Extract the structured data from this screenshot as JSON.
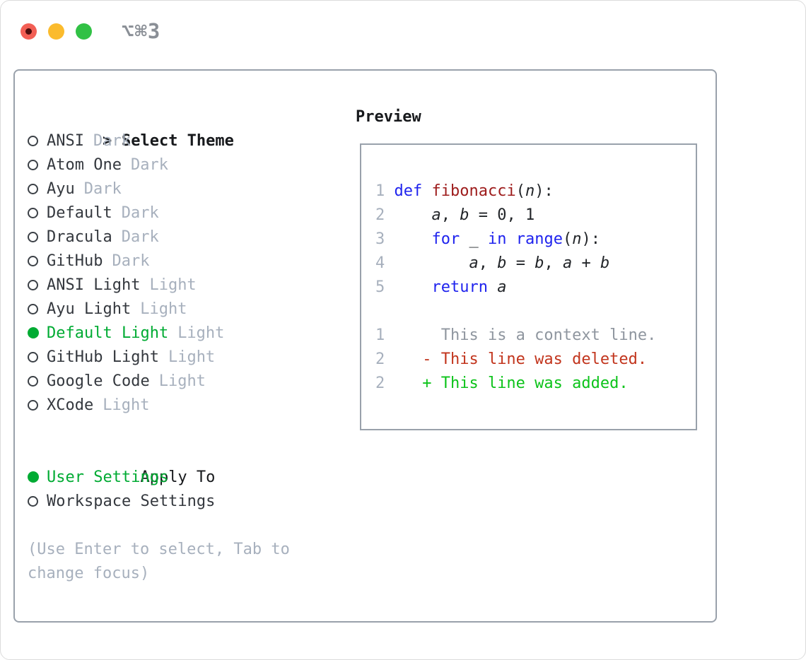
{
  "titlebar": {
    "shortcut": "⌥⌘3"
  },
  "theme_picker": {
    "title": "Select Theme",
    "prompt_marker": ">",
    "items": [
      {
        "name": "ANSI",
        "variant": "Dark",
        "selected": false
      },
      {
        "name": "Atom One",
        "variant": "Dark",
        "selected": false
      },
      {
        "name": "Ayu",
        "variant": "Dark",
        "selected": false
      },
      {
        "name": "Default",
        "variant": "Dark",
        "selected": false
      },
      {
        "name": "Dracula",
        "variant": "Dark",
        "selected": false
      },
      {
        "name": "GitHub",
        "variant": "Dark",
        "selected": false
      },
      {
        "name": "ANSI Light",
        "variant": "Light",
        "selected": false
      },
      {
        "name": "Ayu Light",
        "variant": "Light",
        "selected": false
      },
      {
        "name": "Default Light",
        "variant": "Light",
        "selected": true
      },
      {
        "name": "GitHub Light",
        "variant": "Light",
        "selected": false
      },
      {
        "name": "Google Code",
        "variant": "Light",
        "selected": false
      },
      {
        "name": "XCode",
        "variant": "Light",
        "selected": false
      }
    ]
  },
  "apply_to": {
    "title": "Apply To",
    "options": [
      {
        "label": "User Settings",
        "selected": true
      },
      {
        "label": "Workspace Settings",
        "selected": false
      }
    ]
  },
  "hint": "(Use Enter to select, Tab to change focus)",
  "preview": {
    "title": "Preview",
    "code_lines": [
      {
        "tokens": [
          {
            "t": "1 ",
            "c": "num"
          },
          {
            "t": "def ",
            "c": "kw"
          },
          {
            "t": "fibonacci",
            "c": "fn"
          },
          {
            "t": "(",
            "c": "pl"
          },
          {
            "t": "n",
            "c": "var"
          },
          {
            "t": "):",
            "c": "pl"
          }
        ]
      },
      {
        "tokens": [
          {
            "t": "2 ",
            "c": "num"
          },
          {
            "t": "    ",
            "c": "pl"
          },
          {
            "t": "a",
            "c": "var"
          },
          {
            "t": ", ",
            "c": "pl"
          },
          {
            "t": "b",
            "c": "var"
          },
          {
            "t": " = 0, 1",
            "c": "pl"
          }
        ]
      },
      {
        "tokens": [
          {
            "t": "3 ",
            "c": "num"
          },
          {
            "t": "    ",
            "c": "pl"
          },
          {
            "t": "for",
            "c": "kw"
          },
          {
            "t": " _ ",
            "c": "pl"
          },
          {
            "t": "in",
            "c": "kw"
          },
          {
            "t": " ",
            "c": "pl"
          },
          {
            "t": "range",
            "c": "kw"
          },
          {
            "t": "(",
            "c": "pl"
          },
          {
            "t": "n",
            "c": "var"
          },
          {
            "t": "):",
            "c": "pl"
          }
        ]
      },
      {
        "tokens": [
          {
            "t": "4 ",
            "c": "num"
          },
          {
            "t": "        ",
            "c": "pl"
          },
          {
            "t": "a",
            "c": "var"
          },
          {
            "t": ", ",
            "c": "pl"
          },
          {
            "t": "b",
            "c": "var"
          },
          {
            "t": " = ",
            "c": "pl"
          },
          {
            "t": "b",
            "c": "var"
          },
          {
            "t": ", ",
            "c": "pl"
          },
          {
            "t": "a",
            "c": "var"
          },
          {
            "t": " + ",
            "c": "pl"
          },
          {
            "t": "b",
            "c": "var"
          }
        ]
      },
      {
        "tokens": [
          {
            "t": "5 ",
            "c": "num"
          },
          {
            "t": "    ",
            "c": "pl"
          },
          {
            "t": "return",
            "c": "kw"
          },
          {
            "t": " ",
            "c": "pl"
          },
          {
            "t": "a",
            "c": "var"
          }
        ]
      },
      {
        "tokens": []
      },
      {
        "tokens": [
          {
            "t": "1",
            "c": "num"
          },
          {
            "t": "      This is a context line.",
            "c": "ctx"
          }
        ]
      },
      {
        "tokens": [
          {
            "t": "2",
            "c": "num"
          },
          {
            "t": "    - This line was deleted.",
            "c": "del"
          }
        ]
      },
      {
        "tokens": [
          {
            "t": "2",
            "c": "num"
          },
          {
            "t": "    + This line was added.",
            "c": "add"
          }
        ]
      }
    ]
  },
  "colors": {
    "accent_green": "#00ab33",
    "added_green": "#0cc31a",
    "deleted_red": "#c2351d",
    "keyword_blue": "#1f23ee",
    "function_red": "#9d1b1b",
    "dim_gray": "#a7b0bd",
    "context_gray": "#8f969f",
    "border_gray": "#99a1ab",
    "traffic_red": "#f25f55",
    "traffic_yellow": "#fbbb2d",
    "traffic_green": "#31c145"
  }
}
